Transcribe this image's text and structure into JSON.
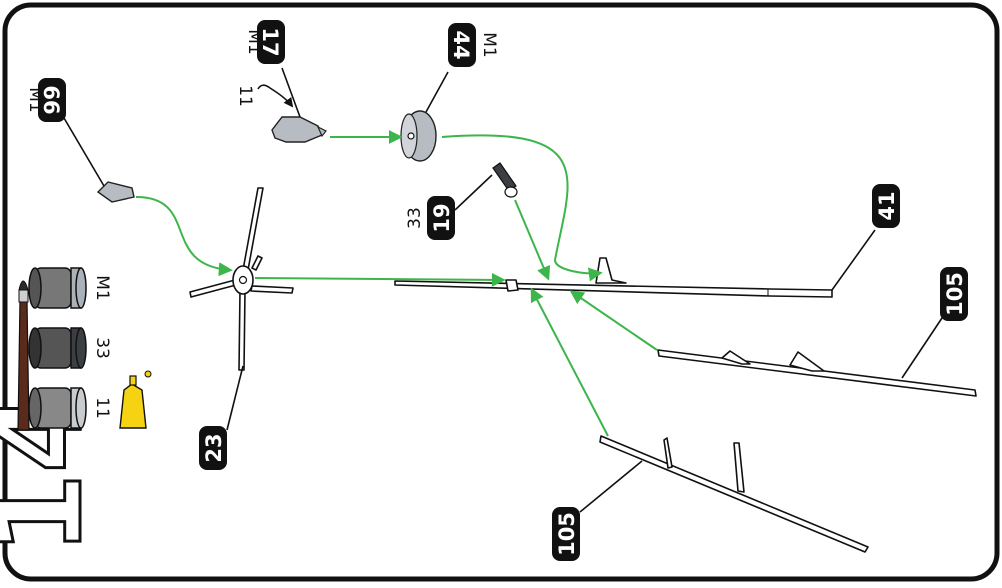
{
  "step": {
    "number": "14"
  },
  "paints": [
    {
      "code": "M1",
      "color": "#aab1b8"
    },
    {
      "code": "33",
      "color": "#3b3e42"
    },
    {
      "code": "11",
      "color": "#c9cccf"
    }
  ],
  "callouts": {
    "p66": {
      "label": "66",
      "paint": "M1"
    },
    "p17": {
      "label": "17",
      "paint": "M1"
    },
    "p17_paint_note": "11",
    "p44": {
      "label": "44",
      "paint": "M1"
    },
    "p19": {
      "label": "19",
      "paint": "33"
    },
    "p41": {
      "label": "41"
    },
    "p105a": {
      "label": "105"
    },
    "p105b": {
      "label": "105"
    },
    "p23": {
      "label": "23"
    }
  },
  "colors": {
    "arrow": "#3cb54a",
    "badge": "#111111",
    "glue": "#f5d312",
    "brush_handle": "#5a2a1a",
    "frame": "#111111"
  },
  "icons": [
    "paint-pot-icon",
    "brush-icon",
    "glue-tube-icon"
  ]
}
